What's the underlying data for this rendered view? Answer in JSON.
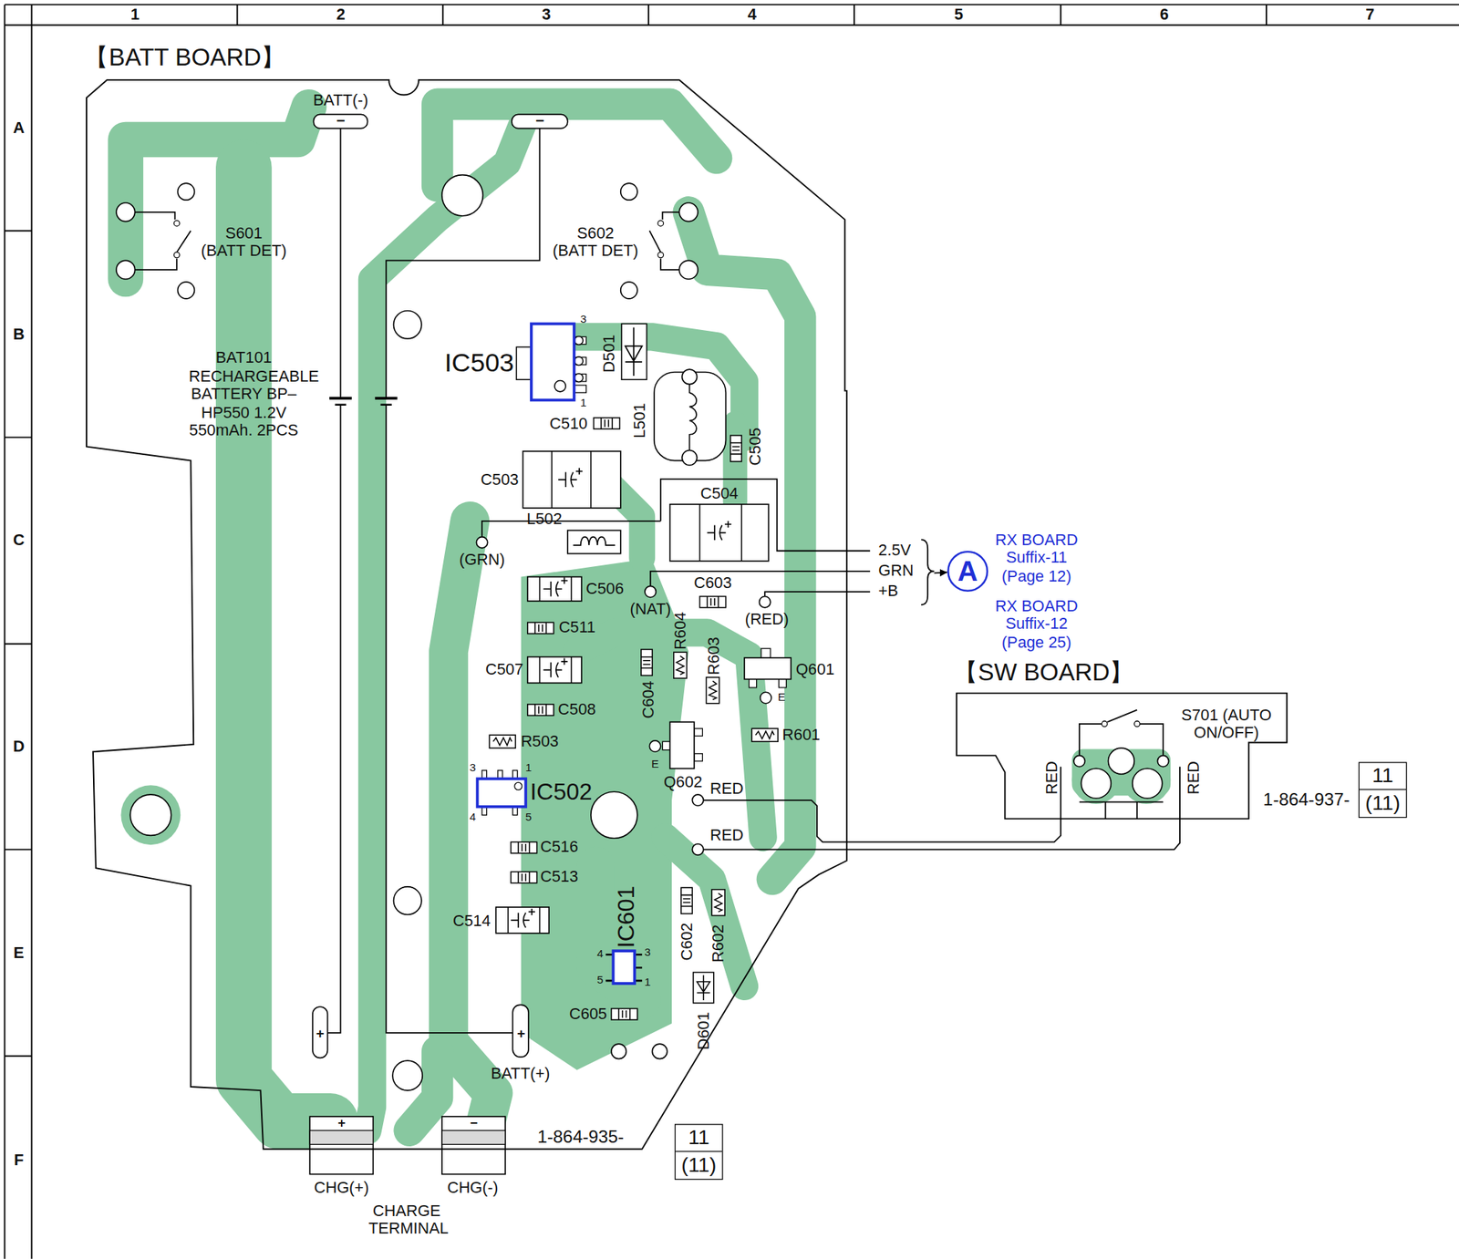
{
  "diagram": {
    "nodes": [
      {
        "text": [
          "【BATT BOARD】"
        ]
      },
      {
        "text": [
          "11",
          "(11)"
        ]
      },
      {
        "text": [
          "A"
        ]
      },
      {
        "text": [
          "【SW BOARD】"
        ]
      },
      {
        "text": [
          "11",
          "(11)"
        ]
      }
    ],
    "edges": [
      {
        "from": 0,
        "to": 2,
        "arrow": "to"
      }
    ],
    "labels": [
      "1",
      "2",
      "3",
      "4",
      "5",
      "6",
      "7",
      "A",
      "B",
      "C",
      "D",
      "E",
      "F",
      "BATT(-)",
      "−",
      "−",
      "S601 (BATT DET)",
      "S602 (BATT DET)",
      "BAT101 RECHARGEABLE BATTERY BP–HP550 1.2V 550mAh. 2PCS",
      "IC503",
      "3",
      "1",
      "D501",
      "L501",
      "C510",
      "C505",
      "C503",
      "C504",
      "L502",
      "(GRN)",
      "2.5V",
      "GRN",
      "+B",
      "RX BOARD Suffix-11 (Page 12)",
      "RX BOARD Suffix-12 (Page 25)",
      "C506",
      "C603",
      "(NAT)",
      "(RED)",
      "C511",
      "R604",
      "R603",
      "Q601",
      "C507",
      "E",
      "C604",
      "C508",
      "R601",
      "R503",
      "E",
      "3",
      "1",
      "Q602",
      "RED",
      "IC502",
      "4",
      "5",
      "RED",
      "C516",
      "C513",
      "IC601",
      "C514",
      "C602",
      "R602",
      "4",
      "3",
      "5",
      "1",
      "C605",
      "D601",
      "+",
      "+",
      "BATT(+)",
      "+",
      "−",
      "1-864-935-",
      "CHG(+)",
      "CHG(-)",
      "CHARGE TERMINAL",
      "S701 (AUTO ON/OFF)",
      "RED",
      "RED",
      "1-864-937-"
    ]
  }
}
